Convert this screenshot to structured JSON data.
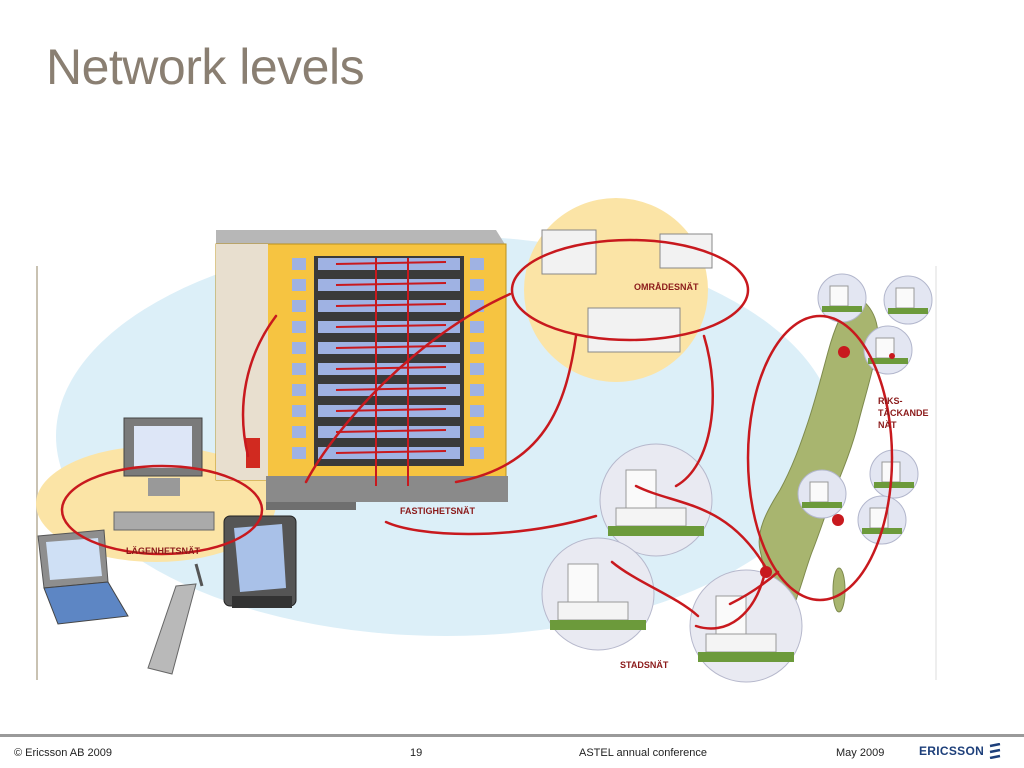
{
  "slide": {
    "title": "Network levels"
  },
  "diagram": {
    "labels": {
      "building": "FASTIGHETSNÄT",
      "apartment": "LÄGENHETSNÄT",
      "area": "OMRÅDESNÄT",
      "city": "STADSNÄT",
      "national_1": "RIKS-",
      "national_2": "TÄCKANDE",
      "national_3": "NÄT"
    },
    "colors": {
      "link": "#c8191e",
      "halo": "#fbe4a6",
      "sky": "#dceff8",
      "land": "#a8b56f"
    }
  },
  "footer": {
    "copyright": "© Ericsson AB 2009",
    "page": "19",
    "conference": "ASTEL annual conference",
    "date": "May 2009",
    "logo": "ERICSSON"
  }
}
